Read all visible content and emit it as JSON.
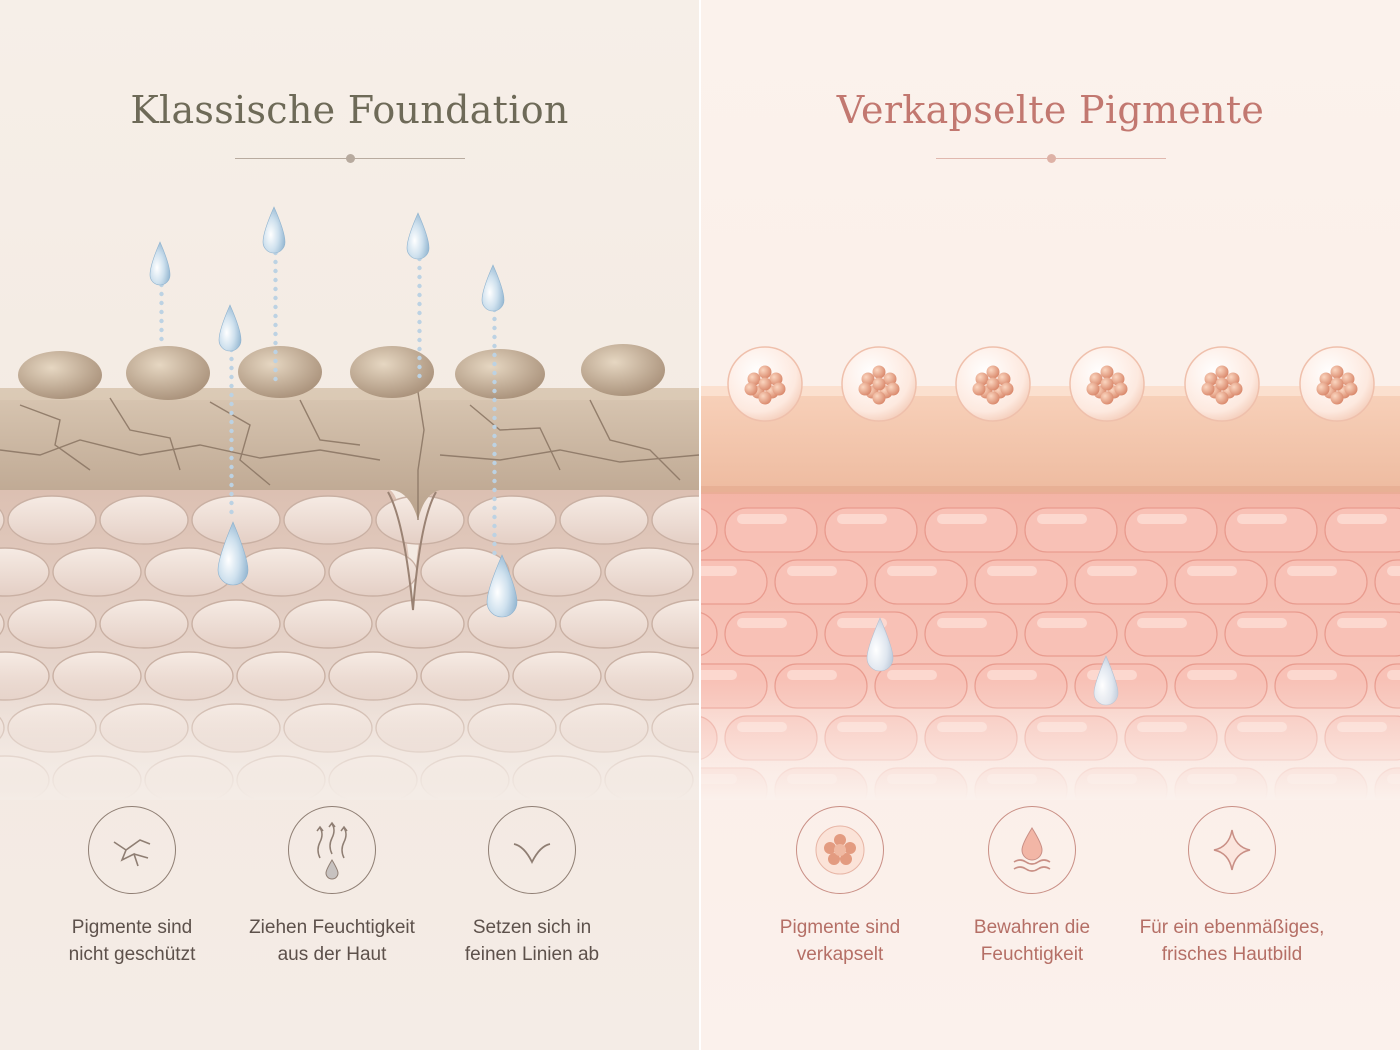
{
  "left": {
    "title": "Klassische Foundation",
    "features": [
      {
        "icon": "crack-icon",
        "line1": "Pigmente sind",
        "line2": "nicht geschützt"
      },
      {
        "icon": "evaporation-icon",
        "line1": "Ziehen Feuchtigkeit",
        "line2": "aus der Haut"
      },
      {
        "icon": "fine-line-icon",
        "line1": "Setzen sich in",
        "line2": "feinen Linien ab"
      }
    ]
  },
  "right": {
    "title": "Verkapselte Pigmente",
    "features": [
      {
        "icon": "capsule-icon",
        "line1": "Pigmente sind",
        "line2": "verkapselt"
      },
      {
        "icon": "moisture-drop-icon",
        "line1": "Bewahren die",
        "line2": "Feuchtigkeit"
      },
      {
        "icon": "sparkle-icon",
        "line1": "Für ein ebenmäßiges,",
        "line2": "frisches Hautbild"
      }
    ]
  },
  "colors": {
    "left_title": "#6e6a58",
    "right_title": "#c27870",
    "dry_layer": "#cdb9a3",
    "healthy_layer": "#f3c4ae",
    "cells_left": "#e3cdc3",
    "cells_right": "#f5b5ab",
    "water": "#a9c8de"
  }
}
